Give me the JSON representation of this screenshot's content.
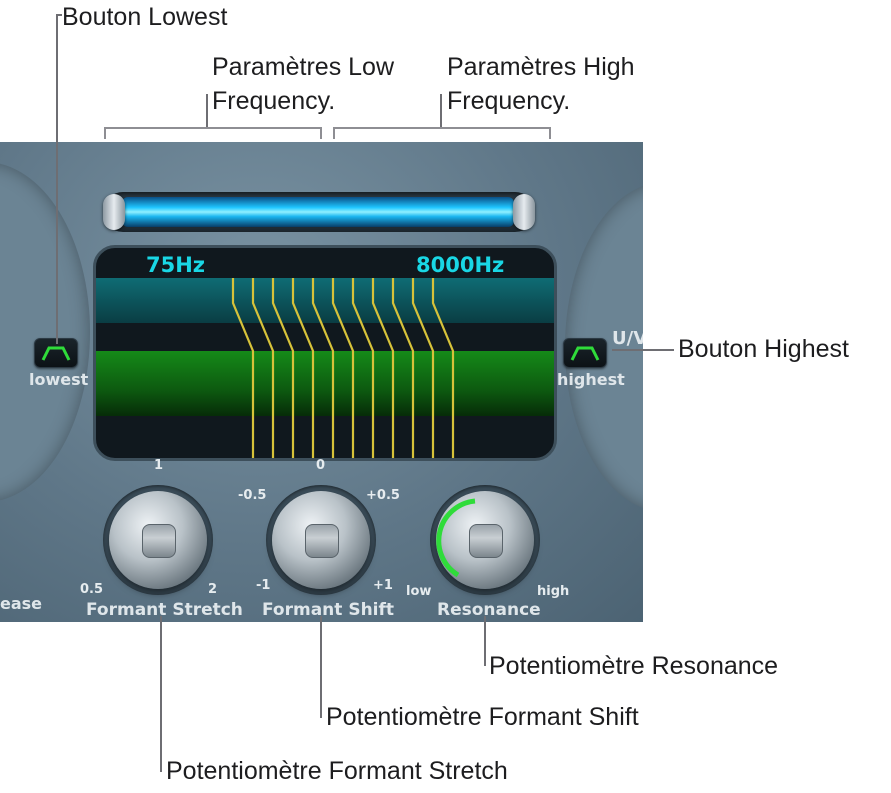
{
  "callouts": {
    "lowest_button": "Bouton Lowest",
    "low_params_line1": "Paramètres Low",
    "low_params_line2": "Frequency.",
    "high_params_line1": "Paramètres High",
    "high_params_line2": "Frequency.",
    "highest_button": "Bouton Highest",
    "resonance_knob": "Potentiomètre Resonance",
    "formant_shift_knob": "Potentiomètre Formant Shift",
    "formant_stretch_knob": "Potentiomètre Formant Stretch"
  },
  "plugin": {
    "low_freq": "75Hz",
    "high_freq": "8000Hz",
    "lowest_label": "lowest",
    "highest_label": "highest",
    "uv_label": "U/V",
    "release_label": "ease",
    "knobs": {
      "formant_stretch": {
        "label": "Formant Stretch",
        "top": "1",
        "min": "0.5",
        "max": "2"
      },
      "formant_shift": {
        "label": "Formant Shift",
        "top": "0",
        "left": "-0.5",
        "right": "+0.5",
        "min": "-1",
        "max": "+1"
      },
      "resonance": {
        "label": "Resonance",
        "min": "low",
        "max": "high"
      }
    },
    "colors": {
      "range_bar": "#1fc6ff",
      "formant_lines": "#d6c23a",
      "green_band": "#158a18",
      "teal_band": "#0f6c74"
    }
  }
}
